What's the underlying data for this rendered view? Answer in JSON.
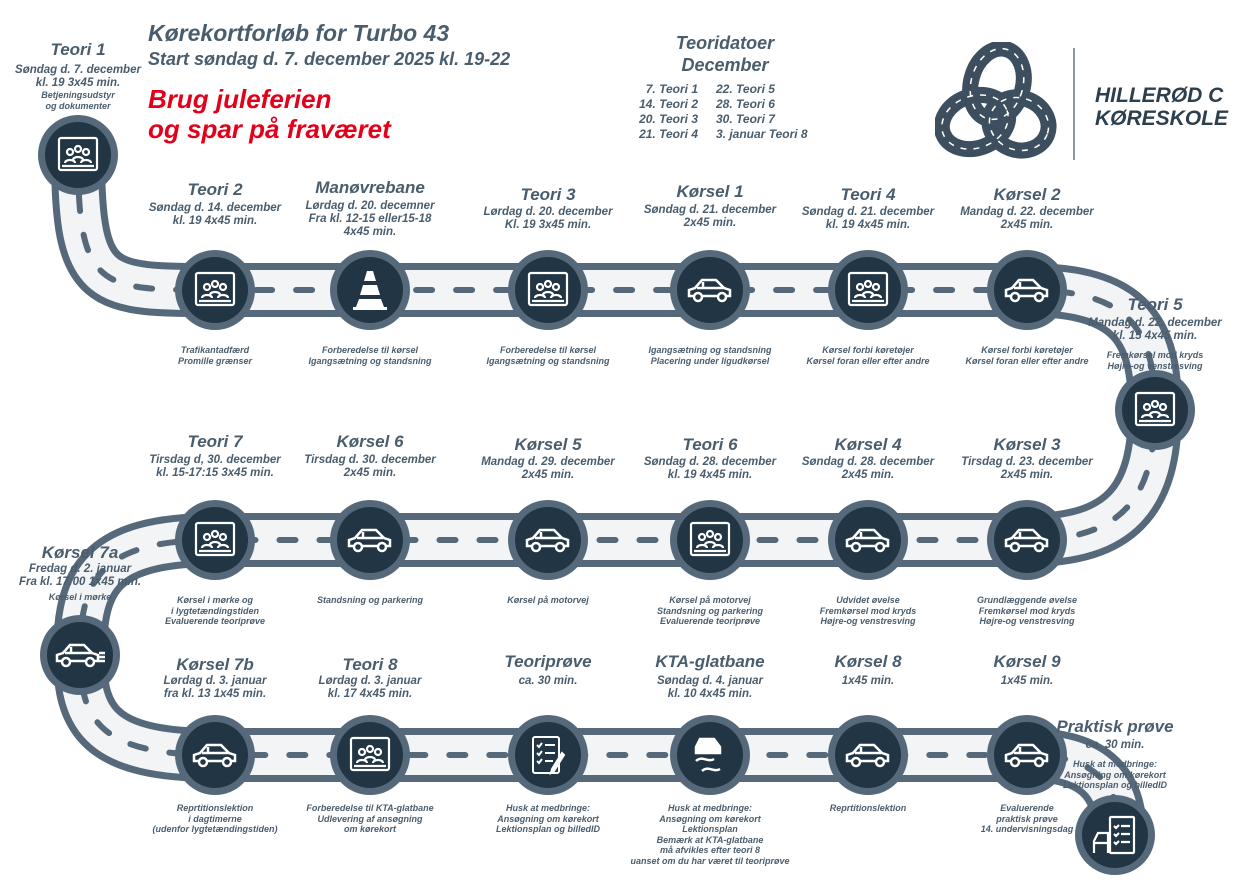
{
  "header": {
    "title": "Kørekortforløb for Turbo 43",
    "subtitle": "Start søndag d. 7. december 2025 kl. 19-22",
    "slogan_line1": "Brug juleferien",
    "slogan_line2": "og spar på fraværet"
  },
  "theory_dates": {
    "title_line1": "Teoridatoer",
    "title_line2": "December",
    "col1": [
      "7. Teori 1",
      "14. Teori 2",
      "20. Teori 3",
      "21. Teori 4"
    ],
    "col2": [
      "22. Teori 5",
      "28. Teori 6",
      "30. Teori 7",
      "3. januar Teori 8"
    ]
  },
  "brand": {
    "line1": "HILLERØD C",
    "line2": "KØRESKOLE"
  },
  "colors": {
    "text": "#4a5d6d",
    "accent": "#e2001a",
    "circle_ring": "#56697a",
    "circle_inner": "#213544"
  },
  "stations": [
    {
      "id": "teori-1",
      "icon": "classroom-icon",
      "title": "Teori 1",
      "info": [
        "Søndag d. 7. december",
        "kl. 19 3x45 min."
      ],
      "notes": [
        "Betjeningsudstyr",
        "og dokumenter"
      ]
    },
    {
      "id": "teori-2",
      "icon": "classroom-icon",
      "title": "Teori 2",
      "info": [
        "Søndag d. 14. december",
        "kl. 19  4x45 min."
      ],
      "notes": [
        "Trafikantadfærd",
        "Promille grænser"
      ]
    },
    {
      "id": "manoevrebane",
      "icon": "cone-icon",
      "title": "Manøvrebane",
      "info": [
        "Lørdag d. 20. decemner",
        "Fra kl. 12-15 eller15-18",
        "4x45 min."
      ],
      "notes": [
        "Forberedelse til kørsel",
        "Igangsætning og standsning"
      ]
    },
    {
      "id": "teori-3",
      "icon": "classroom-icon",
      "title": "Teori 3",
      "info": [
        "Lørdag d. 20. december",
        "Kl. 19   3x45 min."
      ],
      "notes": [
        "Forberedelse til kørsel",
        "Igangsætning og standsning"
      ]
    },
    {
      "id": "koersel-1",
      "icon": "car-icon",
      "title": "Kørsel 1",
      "info": [
        "Søndag d. 21. december",
        "2x45 min."
      ],
      "notes": [
        "Igangsætning og standsning",
        "Placering under ligudkørsel"
      ]
    },
    {
      "id": "teori-4",
      "icon": "classroom-icon",
      "title": "Teori 4",
      "info": [
        "Søndag d. 21. december",
        "kl. 19  4x45 min."
      ],
      "notes": [
        "Kørsel forbi køretøjer",
        "Kørsel foran eller efter andre"
      ]
    },
    {
      "id": "koersel-2",
      "icon": "car-icon",
      "title": "Kørsel 2",
      "info": [
        "Mandag d. 22. december",
        "2x45 min."
      ],
      "notes": [
        "Kørsel forbi køretøjer",
        "Kørsel foran eller efter andre"
      ]
    },
    {
      "id": "teori-5",
      "icon": "classroom-icon",
      "title": "Teori 5",
      "info": [
        "Mandag d. 22. december",
        "kl. 15  4x45 min."
      ],
      "notes": [
        "Fremkørsel mod kryds",
        "Højre-og venstresving"
      ]
    },
    {
      "id": "koersel-3",
      "icon": "car-icon",
      "title": "Kørsel 3",
      "info": [
        "Tirsdag d. 23. december",
        "2x45 min."
      ],
      "notes": [
        "Grundlæggende øvelse",
        "Fremkørsel mod kryds",
        "Højre-og venstresving"
      ]
    },
    {
      "id": "koersel-4",
      "icon": "car-icon",
      "title": "Kørsel 4",
      "info": [
        "Søndag d. 28. december",
        "2x45 min."
      ],
      "notes": [
        "Udvidet øvelse",
        "Fremkørsel mod kryds",
        "Højre-og venstresving"
      ]
    },
    {
      "id": "teori-6",
      "icon": "classroom-icon",
      "title": "Teori 6",
      "info": [
        "Søndag d. 28. december",
        "kl. 19  4x45 min."
      ],
      "notes": [
        "Kørsel på motorvej",
        "Standsning og parkering",
        "Evaluerende teoriprøve"
      ]
    },
    {
      "id": "koersel-5",
      "icon": "car-icon",
      "title": "Kørsel 5",
      "info": [
        "Mandag d. 29. december",
        "2x45 min."
      ],
      "notes": [
        "Kørsel på motorvej"
      ]
    },
    {
      "id": "koersel-6",
      "icon": "car-icon",
      "title": "Kørsel 6",
      "info": [
        "Tirsdag d. 30. december",
        "2x45 min."
      ],
      "notes": [
        "Standsning og parkering"
      ]
    },
    {
      "id": "teori-7",
      "icon": "classroom-icon",
      "title": "Teori 7",
      "info": [
        "Tirsdag d, 30. december",
        "kl. 15-17:15  3x45 min."
      ],
      "notes": [
        "Kørsel i mørke og",
        "i lygtetændingstiden",
        "Evaluerende teoriprøve"
      ]
    },
    {
      "id": "koersel-7a",
      "icon": "car-lights-icon",
      "title": "Kørsel 7a",
      "info": [
        "Fredag d. 2. januar",
        "Fra kl. 17:00  1x45 min."
      ],
      "notes": [
        "Kørsel i mørke"
      ]
    },
    {
      "id": "koersel-7b",
      "icon": "car-icon",
      "title": "Kørsel 7b",
      "info": [
        "Lørdag d. 3. januar",
        "fra kl. 13  1x45 min."
      ],
      "notes": [
        "Reprtitionslektion",
        "i dagtimerne",
        "(udenfor lygtetændingstiden)"
      ]
    },
    {
      "id": "teori-8",
      "icon": "classroom-icon",
      "title": "Teori 8",
      "info": [
        "Lørdag d. 3. januar",
        "kl. 17  4x45 min."
      ],
      "notes": [
        "Forberedelse til KTA-glatbane",
        "Udlevering af ansøgning",
        "om kørekort"
      ]
    },
    {
      "id": "teoriproeve",
      "icon": "checklist-pen-icon",
      "title": "Teoriprøve",
      "info": [
        "ca. 30 min."
      ],
      "notes": [
        "Husk at medbringe:",
        "Ansøgning om kørekort",
        "Lektionsplan og billedID"
      ]
    },
    {
      "id": "kta-glatbane",
      "icon": "skidding-car-icon",
      "title": "KTA-glatbane",
      "info": [
        "Søndag d. 4. januar",
        "kl. 10  4x45 min."
      ],
      "notes": [
        "Husk at medbringe:",
        "Ansøgning om kørekort",
        "Lektionsplan",
        "Bemærk at KTA-glatbane",
        "må afvikles efter teori 8",
        "uanset om du har været til teoriprøve"
      ]
    },
    {
      "id": "koersel-8",
      "icon": "car-icon",
      "title": "Kørsel 8",
      "info": [
        "1x45 min."
      ],
      "notes": [
        "Reprtitionslektion"
      ]
    },
    {
      "id": "koersel-9",
      "icon": "car-icon",
      "title": "Kørsel 9",
      "info": [
        "1x45 min."
      ],
      "notes": [
        "Evaluerende",
        "praktisk prøve",
        "14. undervisningsdag"
      ]
    },
    {
      "id": "praktisk-proeve",
      "icon": "car-checklist-icon",
      "title": "Praktisk prøve",
      "info": [
        "ca. 30 min."
      ],
      "notes": [
        "Husk at medbringe:",
        "Ansøgning om kørekort",
        "Lektionsplan og billedID"
      ]
    }
  ]
}
